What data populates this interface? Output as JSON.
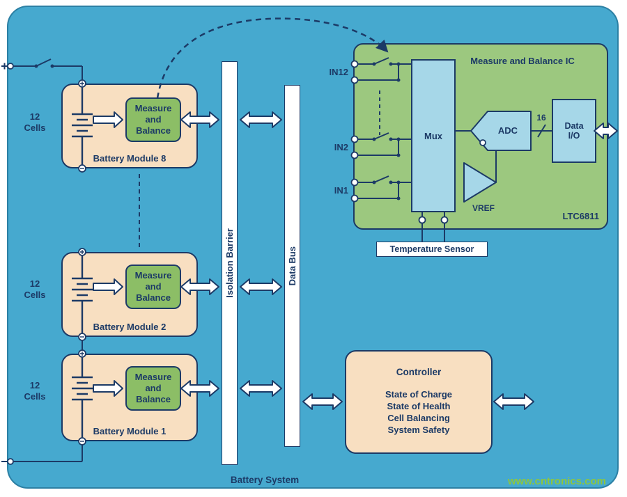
{
  "system": {
    "label": "Battery System"
  },
  "watermark": {
    "text": "www.cntronics.com",
    "color": "#8DC63F"
  },
  "bars": {
    "isolation": "Isolation Barrier",
    "data_bus": "Data Bus"
  },
  "modules": [
    {
      "name": "Battery Module 8",
      "cells": "12 Cells",
      "mb": "Measure and Balance"
    },
    {
      "name": "Battery Module 2",
      "cells": "12 Cells",
      "mb": "Measure and Balance"
    },
    {
      "name": "Battery Module 1",
      "cells": "12 Cells",
      "mb": "Measure and Balance"
    }
  ],
  "ic": {
    "title": "Measure and Balance IC",
    "part": "LTC6811",
    "mux": "Mux",
    "adc": "ADC",
    "vref": "VREF",
    "data_io": "Data I/O",
    "bus_width": "16",
    "inputs": [
      "IN12",
      "IN2",
      "IN1"
    ]
  },
  "temperature_sensor": {
    "label": "Temperature Sensor"
  },
  "controller": {
    "title": "Controller",
    "items": [
      "State of Charge",
      "State of Health",
      "Cell Balancing",
      "System Safety"
    ]
  },
  "colors": {
    "panel_blue": "#46A9CF",
    "navy": "#1C3A66",
    "module_peach": "#F8DFC1",
    "module_green": "#8CBE66",
    "ic_green": "#9CC87F",
    "chip_blue": "#A6D7E8",
    "watermark_green": "#8DC63F"
  }
}
